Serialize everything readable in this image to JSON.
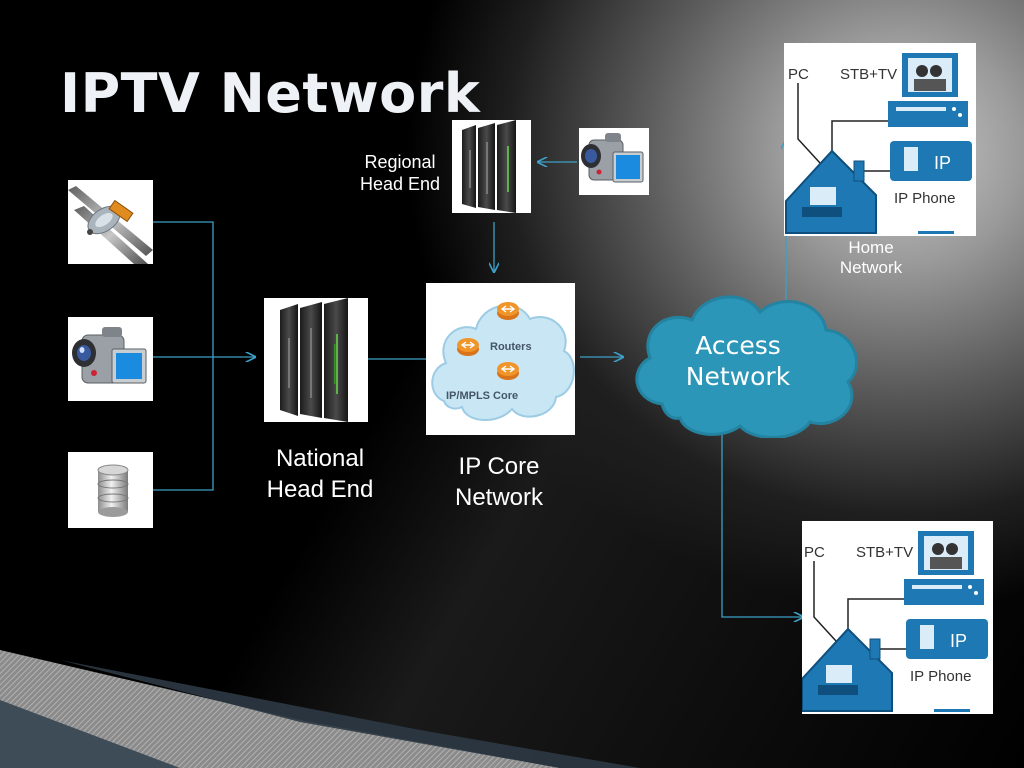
{
  "slide": {
    "title": "IPTV Network"
  },
  "labels": {
    "regional_head_end": [
      "Regional",
      "Head End"
    ],
    "national_head_end": [
      "National",
      "Head End"
    ],
    "ip_core_network": [
      "IP Core",
      "Network"
    ],
    "access_network": [
      "Access",
      "Network"
    ],
    "home_network": [
      "Home",
      "Network"
    ]
  },
  "ip_core_tile": {
    "routers": "Routers",
    "core": "IP/MPLS Core"
  },
  "home_tile": {
    "pc": "PC",
    "stb_tv": "STB+TV",
    "ip_phone": "IP Phone",
    "ip": "IP"
  },
  "colors": {
    "connector": "#3d9fc6",
    "cloud": "#2b96b7",
    "house": "#1e78b4",
    "tile_cloud": "#c9e6f5",
    "router": "#f0952a"
  }
}
